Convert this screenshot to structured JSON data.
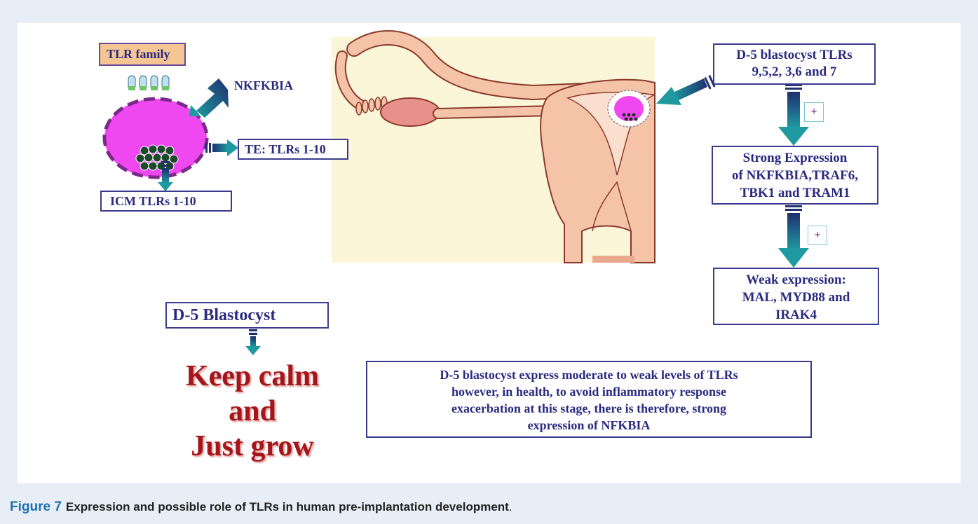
{
  "diagram": {
    "tlr_family": "TLR family",
    "nkfkbia": "NKFKBIA",
    "te_tlrs": "TE: TLRs 1-10",
    "icm_tlrs": "ICM TLRs 1-10",
    "d5_tlrs_line1": "D-5 blastocyst TLRs",
    "d5_tlrs_line2": "9,5,2, 3,6 and 7",
    "plus1": "+",
    "strong_line1": "Strong Expression",
    "strong_line2": "of NKFKBIA,TRAF6,",
    "strong_line3": "TBK1 and TRAM1",
    "plus2": "+",
    "weak_line1": "Weak expression:",
    "weak_line2": "MAL, MYD88 and",
    "weak_line3": "IRAK4",
    "d5_blastocyst": "D-5 Blastocyst",
    "keep_calm_line1": "Keep calm",
    "keep_calm_line2": "and",
    "keep_calm_line3": "Just grow",
    "summary_line1": "D-5 blastocyst express moderate to weak levels of TLRs",
    "summary_line2": "however, in health, to avoid inflammatory response",
    "summary_line3": "exacerbation at this stage, there is therefore, strong",
    "summary_line4": "expression of NFKBIA"
  },
  "caption": {
    "figure_label": "Figure 7",
    "text": "Expression and possible role of TLRs in human pre-implantation development",
    "period": "."
  },
  "colors": {
    "box_border": "#3b3b8f",
    "text_navy": "#2a2a80",
    "arrow_teal": "#1e8f96",
    "blastocyst_pink": "#f048f0",
    "keep_calm_red": "#a4161a",
    "caption_blue": "#1c6fae",
    "uterus_bg": "#fcf6d8"
  }
}
